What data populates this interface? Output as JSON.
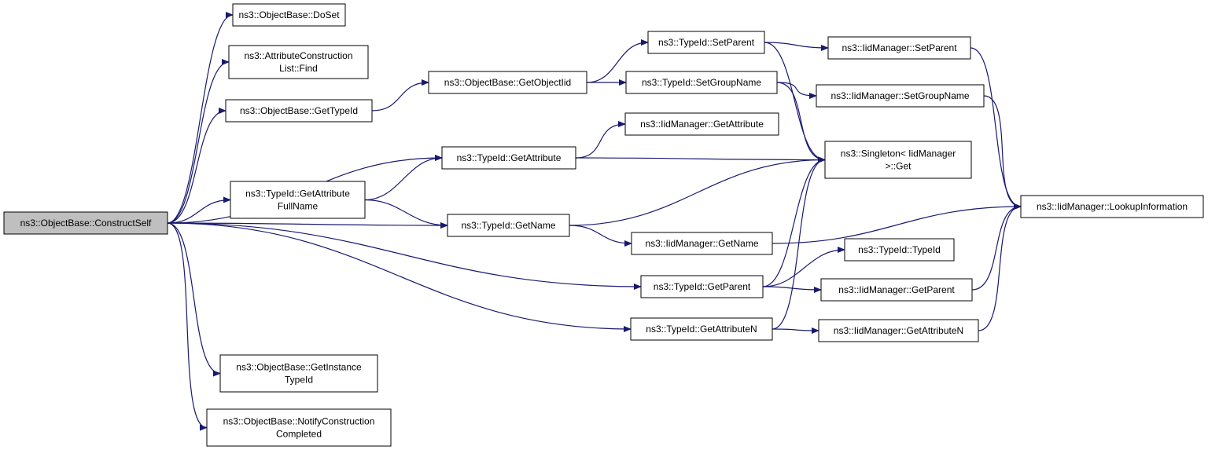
{
  "colors": {
    "edge": "#191970",
    "node_fill": "#ffffff",
    "root_fill": "#bfbfbf",
    "border": "#000000"
  },
  "nodes": [
    {
      "id": "construct_self",
      "lines": [
        "ns3::ObjectBase::ConstructSelf"
      ],
      "root": true
    },
    {
      "id": "doset",
      "lines": [
        "ns3::ObjectBase::DoSet"
      ]
    },
    {
      "id": "acl_find",
      "lines": [
        "ns3::AttributeConstruction",
        "List::Find"
      ]
    },
    {
      "id": "ob_gettypeid",
      "lines": [
        "ns3::ObjectBase::GetTypeId"
      ]
    },
    {
      "id": "tid_getattrfullname",
      "lines": [
        "ns3::TypeId::GetAttribute",
        "FullName"
      ]
    },
    {
      "id": "ob_getinstancetypeid",
      "lines": [
        "ns3::ObjectBase::GetInstance",
        "TypeId"
      ]
    },
    {
      "id": "ob_notifyconstruction",
      "lines": [
        "ns3::ObjectBase::NotifyConstruction",
        "Completed"
      ]
    },
    {
      "id": "ob_getobjectiid",
      "lines": [
        "ns3::ObjectBase::GetObjectIid"
      ]
    },
    {
      "id": "tid_getattribute",
      "lines": [
        "ns3::TypeId::GetAttribute"
      ]
    },
    {
      "id": "tid_getname",
      "lines": [
        "ns3::TypeId::GetName"
      ]
    },
    {
      "id": "tid_setparent",
      "lines": [
        "ns3::TypeId::SetParent"
      ]
    },
    {
      "id": "tid_setgroupname",
      "lines": [
        "ns3::TypeId::SetGroupName"
      ]
    },
    {
      "id": "iid_getattribute",
      "lines": [
        "ns3::IidManager::GetAttribute"
      ]
    },
    {
      "id": "iid_getname",
      "lines": [
        "ns3::IidManager::GetName"
      ]
    },
    {
      "id": "tid_getparent",
      "lines": [
        "ns3::TypeId::GetParent"
      ]
    },
    {
      "id": "tid_getattributen",
      "lines": [
        "ns3::TypeId::GetAttributeN"
      ]
    },
    {
      "id": "iid_setparent",
      "lines": [
        "ns3::IidManager::SetParent"
      ]
    },
    {
      "id": "iid_setgroupname",
      "lines": [
        "ns3::IidManager::SetGroupName"
      ]
    },
    {
      "id": "singleton_get",
      "lines": [
        "ns3::Singleton< IidManager",
        " >::Get"
      ]
    },
    {
      "id": "tid_typeid",
      "lines": [
        "ns3::TypeId::TypeId"
      ]
    },
    {
      "id": "iid_getparent",
      "lines": [
        "ns3::IidManager::GetParent"
      ]
    },
    {
      "id": "iid_getattributen",
      "lines": [
        "ns3::IidManager::GetAttributeN"
      ]
    },
    {
      "id": "iid_lookupinfo",
      "lines": [
        "ns3::IidManager::LookupInformation"
      ]
    }
  ],
  "edges": [
    {
      "from": "construct_self",
      "to": "doset"
    },
    {
      "from": "construct_self",
      "to": "acl_find"
    },
    {
      "from": "construct_self",
      "to": "ob_gettypeid"
    },
    {
      "from": "construct_self",
      "to": "tid_getattribute"
    },
    {
      "from": "construct_self",
      "to": "tid_getattrfullname"
    },
    {
      "from": "construct_self",
      "to": "tid_getname"
    },
    {
      "from": "construct_self",
      "to": "tid_getparent"
    },
    {
      "from": "construct_self",
      "to": "tid_getattributen"
    },
    {
      "from": "construct_self",
      "to": "ob_getinstancetypeid"
    },
    {
      "from": "construct_self",
      "to": "ob_notifyconstruction"
    },
    {
      "from": "ob_gettypeid",
      "to": "ob_getobjectiid"
    },
    {
      "from": "ob_getobjectiid",
      "to": "tid_setparent"
    },
    {
      "from": "ob_getobjectiid",
      "to": "tid_setgroupname"
    },
    {
      "from": "tid_setparent",
      "to": "iid_setparent"
    },
    {
      "from": "tid_setparent",
      "to": "singleton_get"
    },
    {
      "from": "tid_setgroupname",
      "to": "iid_setgroupname"
    },
    {
      "from": "tid_setgroupname",
      "to": "singleton_get"
    },
    {
      "from": "iid_setparent",
      "to": "iid_lookupinfo"
    },
    {
      "from": "iid_setgroupname",
      "to": "iid_lookupinfo"
    },
    {
      "from": "tid_getattribute",
      "to": "iid_getattribute"
    },
    {
      "from": "tid_getattribute",
      "to": "singleton_get"
    },
    {
      "from": "tid_getattrfullname",
      "to": "tid_getattribute"
    },
    {
      "from": "tid_getattrfullname",
      "to": "tid_getname"
    },
    {
      "from": "tid_getname",
      "to": "singleton_get"
    },
    {
      "from": "tid_getname",
      "to": "iid_getname"
    },
    {
      "from": "iid_getname",
      "to": "iid_lookupinfo"
    },
    {
      "from": "tid_getparent",
      "to": "tid_typeid"
    },
    {
      "from": "tid_getparent",
      "to": "iid_getparent"
    },
    {
      "from": "tid_getparent",
      "to": "singleton_get"
    },
    {
      "from": "iid_getparent",
      "to": "iid_lookupinfo"
    },
    {
      "from": "tid_getattributen",
      "to": "iid_getattributen"
    },
    {
      "from": "tid_getattributen",
      "to": "singleton_get"
    },
    {
      "from": "iid_getattributen",
      "to": "iid_lookupinfo"
    }
  ]
}
